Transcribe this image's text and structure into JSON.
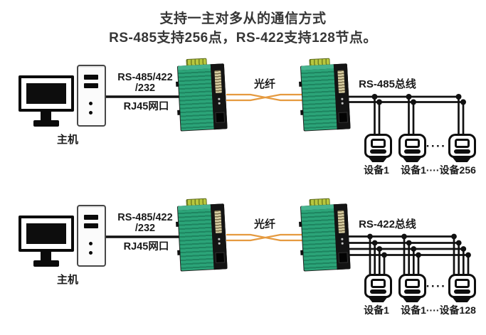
{
  "title": {
    "line1": "支持一主对多从的通信方式",
    "line2": "RS-485支持256点，RS-422支持128节点。"
  },
  "colors": {
    "wire": "#111111",
    "fiber_orange": "#E59A3F",
    "converter_green": "#2BA478",
    "converter_green_dark": "#1E8560",
    "terminal_yellow": "#B8C73E",
    "connector_beige": "#D6CDA2",
    "text": "#1A1A1A"
  },
  "icons": {
    "host": "desktop-computer-icon",
    "converter": "fiber-converter-icon",
    "device": "meter-device-icon",
    "junction": "junction-dot"
  },
  "sections": [
    {
      "bus_type": "RS-485",
      "host_label": "主机",
      "serial_label_line1": "RS-485/422",
      "serial_label_line2": "/232",
      "port_label": "RJ45网口",
      "fiber_label": "光纤",
      "bus_label": "RS-485总线",
      "bus_wire_count": 2,
      "ellipsis": "····",
      "device_label_first": "设备1",
      "device_label_rest": "设备1····设备256"
    },
    {
      "bus_type": "RS-422",
      "host_label": "主机",
      "serial_label_line1": "RS-485/422",
      "serial_label_line2": "/232",
      "port_label": "RJ45网口",
      "fiber_label": "光纤",
      "bus_label": "RS-422总线",
      "bus_wire_count": 4,
      "ellipsis": "····",
      "device_label_first": "设备1",
      "device_label_rest": "设备1····设备128"
    }
  ]
}
